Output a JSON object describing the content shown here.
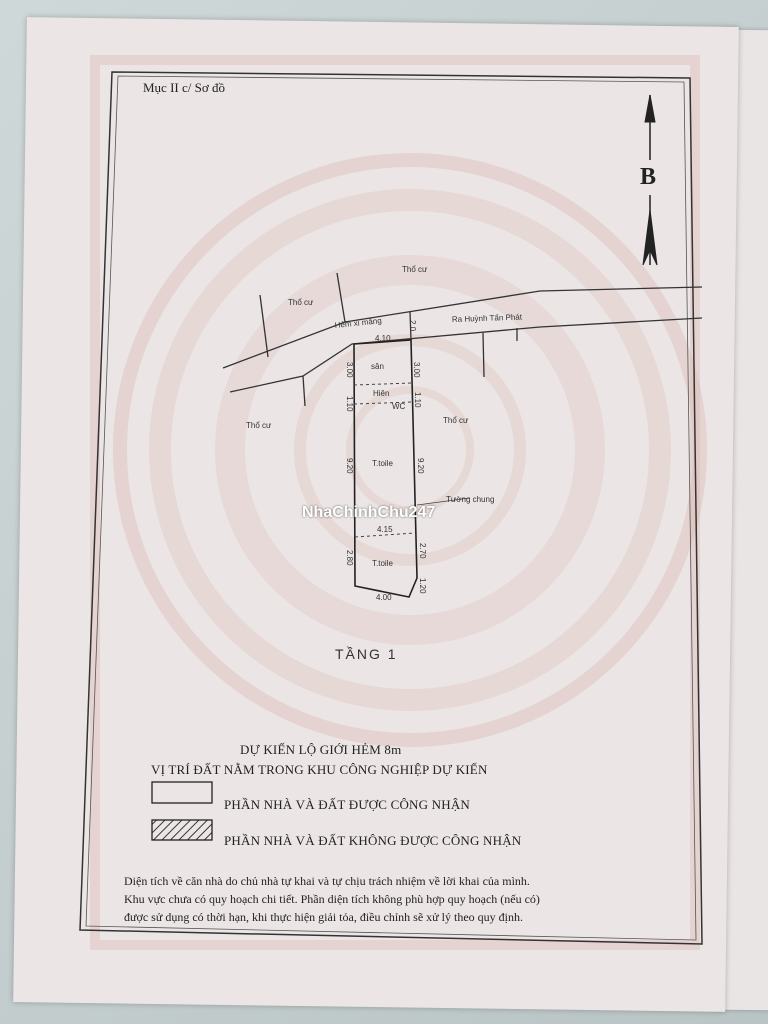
{
  "header": {
    "section": "Mục II c/ Sơ đồ"
  },
  "north_arrow": {
    "label": "B"
  },
  "diagram": {
    "neighbors": [
      "Thổ cư",
      "Thổ cư",
      "Thổ cư",
      "Thổ cư"
    ],
    "alley": "Hẻm xi măng",
    "road": "Ra Huỳnh Tấn Phát",
    "rooms": {
      "yard": "sân",
      "porch": "Hiên",
      "main_1": "T.toile",
      "main_2": "T.toile",
      "wc": "WC"
    },
    "shared_wall": "Tường chung",
    "dimensions": {
      "front": "4.10",
      "alley_width": "2.0",
      "left_1": "3.00",
      "right_1": "3.00",
      "left_2": "1.10",
      "right_2": "1.10",
      "left_3": "9.20",
      "right_3": "9.20",
      "mid_width": "4.15",
      "left_4": "2.80",
      "right_4": "2.70",
      "back": "4.00",
      "corner": "1.20"
    },
    "floor_label": "TẦNG 1"
  },
  "legend": {
    "line1": "DỰ KIẾN LỘ GIỚI HẺM 8m",
    "line2": "VỊ TRÍ ĐẤT NẰM TRONG KHU CÔNG NGHIỆP DỰ KIẾN",
    "recognized": "PHẦN NHÀ VÀ ĐẤT ĐƯỢC CÔNG NHẬN",
    "not_recognized": "PHẦN NHÀ VÀ ĐẤT KHÔNG ĐƯỢC CÔNG NHẬN"
  },
  "notes": [
    "Diện tích về căn nhà do chủ nhà tự khai và tự chịu trách  nhiệm về lời khai của mình.",
    "Khu vực chưa có quy hoạch chi tiết. Phần diện tích không phù hợp quy hoạch (nếu có)",
    "được sử dụng có thời hạn, khi thực hiện giải tỏa, điều chỉnh sẽ xử lý theo quy định."
  ],
  "watermark": "NhaChinhChu247",
  "colors": {
    "paper": "#ebe6e5",
    "guilloche": "#d9b8b4",
    "ink": "#222222"
  }
}
